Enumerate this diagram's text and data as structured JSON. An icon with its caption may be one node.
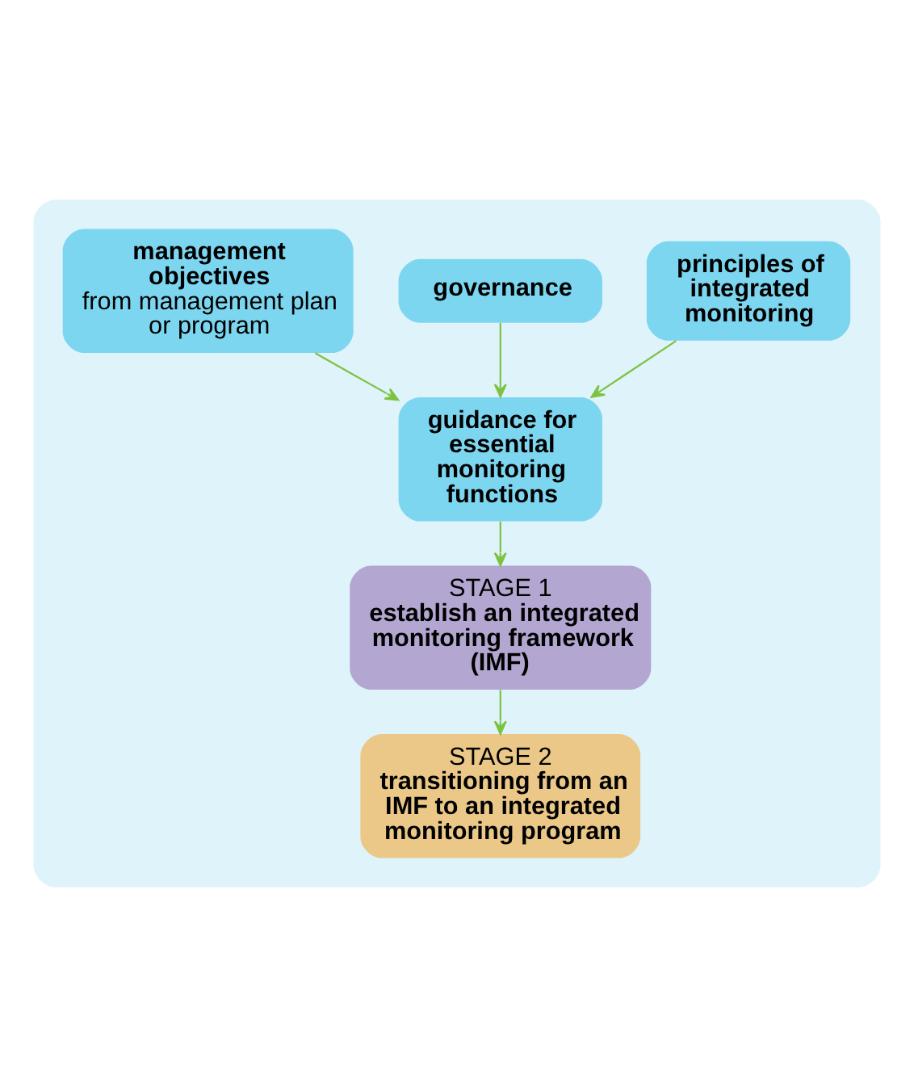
{
  "diagram": {
    "nodes": [
      {
        "text": [],
        "shape": "box"
      },
      {
        "text": [
          "management objectives",
          "from management plan or program"
        ],
        "in": 0
      },
      {
        "text": [
          "governance"
        ],
        "in": 0
      },
      {
        "text": [
          "principles of integrated monitoring"
        ],
        "in": 0
      },
      {
        "text": [
          "guidance for essential monitoring functions"
        ],
        "in": 0
      },
      {
        "text": [
          "STAGE 1",
          "establish an integrated monitoring framework (IMF)"
        ],
        "in": 0
      },
      {
        "text": [
          "STAGE 2",
          "transitioning from an IMF to an integrated monitoring program"
        ],
        "in": 0
      }
    ],
    "edges": [
      {
        "from": 1,
        "to": 4,
        "arrow": "to"
      },
      {
        "from": 2,
        "to": 4,
        "arrow": "to"
      },
      {
        "from": 3,
        "to": 4,
        "arrow": "to"
      },
      {
        "from": 4,
        "to": 5,
        "arrow": "to"
      },
      {
        "from": 5,
        "to": 6,
        "arrow": "to"
      }
    ]
  }
}
